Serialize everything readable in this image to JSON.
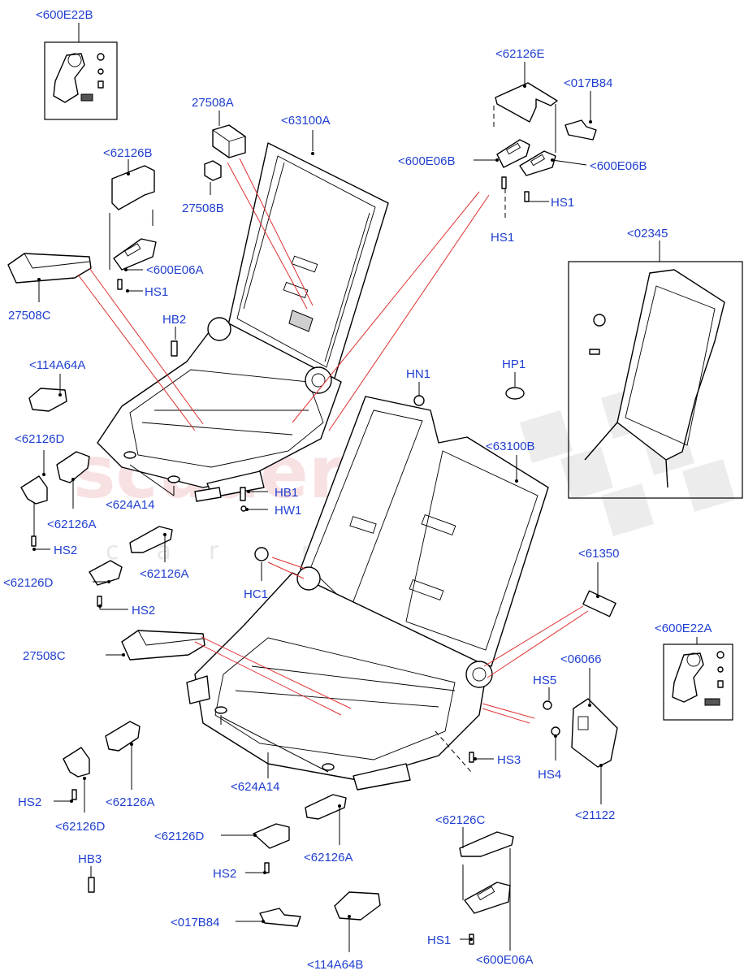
{
  "watermark": {
    "brand": "scuderia",
    "sub": "car parts"
  },
  "labels": [
    {
      "id": "l1",
      "text": "<600E22B"
    },
    {
      "id": "l2",
      "text": "27508A"
    },
    {
      "id": "l3",
      "text": "<63100A"
    },
    {
      "id": "l4",
      "text": "<62126E"
    },
    {
      "id": "l5",
      "text": "<017B84"
    },
    {
      "id": "l6",
      "text": "<62126B"
    },
    {
      "id": "l7",
      "text": "27508B"
    },
    {
      "id": "l8",
      "text": "<600E06B"
    },
    {
      "id": "l9",
      "text": "<600E06B"
    },
    {
      "id": "l10",
      "text": "HS1"
    },
    {
      "id": "l11",
      "text": "HS1"
    },
    {
      "id": "l12",
      "text": "<600E06A"
    },
    {
      "id": "l13",
      "text": "HS1"
    },
    {
      "id": "l14",
      "text": "<02345"
    },
    {
      "id": "l15",
      "text": "27508C"
    },
    {
      "id": "l16",
      "text": "HB2"
    },
    {
      "id": "l17",
      "text": "<114A64A"
    },
    {
      "id": "l18",
      "text": "HN1"
    },
    {
      "id": "l19",
      "text": "HP1"
    },
    {
      "id": "l20",
      "text": "<62126D"
    },
    {
      "id": "l21",
      "text": "<63100B"
    },
    {
      "id": "l22",
      "text": "<624A14"
    },
    {
      "id": "l23",
      "text": "HB1"
    },
    {
      "id": "l24",
      "text": "HW1"
    },
    {
      "id": "l25",
      "text": "<62126A"
    },
    {
      "id": "l26",
      "text": "HS2"
    },
    {
      "id": "l27",
      "text": "<61350"
    },
    {
      "id": "l28",
      "text": "<62126A"
    },
    {
      "id": "l29",
      "text": "HC1"
    },
    {
      "id": "l30",
      "text": "<62126D"
    },
    {
      "id": "l31",
      "text": "HS2"
    },
    {
      "id": "l32",
      "text": "<600E22A"
    },
    {
      "id": "l33",
      "text": "27508C"
    },
    {
      "id": "l34",
      "text": "<06066"
    },
    {
      "id": "l35",
      "text": "HS5"
    },
    {
      "id": "l36",
      "text": "HS3"
    },
    {
      "id": "l37",
      "text": "HS4"
    },
    {
      "id": "l38",
      "text": "<624A14"
    },
    {
      "id": "l39",
      "text": "HS2"
    },
    {
      "id": "l40",
      "text": "<62126A"
    },
    {
      "id": "l41",
      "text": "<21122"
    },
    {
      "id": "l42",
      "text": "<62126D"
    },
    {
      "id": "l43",
      "text": "<62126C"
    },
    {
      "id": "l44",
      "text": "<62126D"
    },
    {
      "id": "l45",
      "text": "<62126A"
    },
    {
      "id": "l46",
      "text": "HS2"
    },
    {
      "id": "l47",
      "text": "HB3"
    },
    {
      "id": "l48",
      "text": "<017B84"
    },
    {
      "id": "l49",
      "text": "HS1"
    },
    {
      "id": "l50",
      "text": "<600E06A"
    },
    {
      "id": "l51",
      "text": "<114A64B"
    }
  ]
}
